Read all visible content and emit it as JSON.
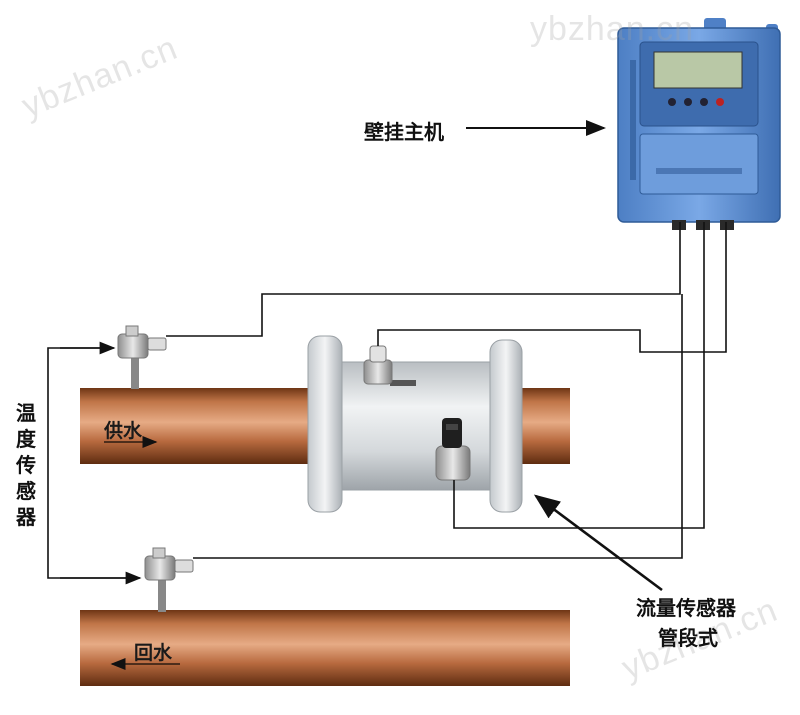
{
  "watermarks": [
    "ybzhan.cn",
    "ybzhan.cn",
    "ybzhan.cn"
  ],
  "labels": {
    "host": "壁挂主机",
    "temp_sensor": "温度传感器",
    "flow_sensor_line1": "流量传感器",
    "flow_sensor_line2": "管段式",
    "supply": "供水",
    "return": "回水"
  },
  "colors": {
    "pipe": "#b86a3f",
    "pipe_dark": "#7a3e1c",
    "host_blue": "#5b8fd6",
    "meter_body": "#d8dcdf",
    "wire": "#111111"
  }
}
